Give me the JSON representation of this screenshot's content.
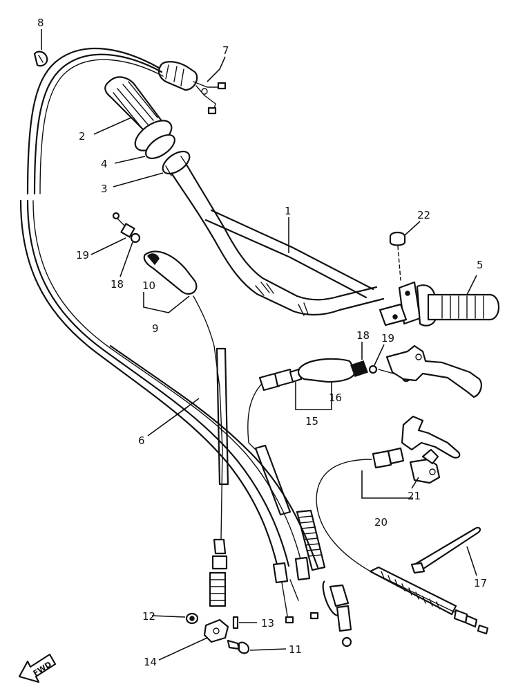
{
  "diagram": {
    "part_numbers": {
      "p1": "1",
      "p2": "2",
      "p3": "3",
      "p4": "4",
      "p5": "5",
      "p6": "6",
      "p7": "7",
      "p8": "8",
      "p9": "9",
      "p10": "10",
      "p11": "11",
      "p12": "12",
      "p13": "13",
      "p14": "14",
      "p15": "15",
      "p16": "16",
      "p17": "17",
      "p18a": "18",
      "p18b": "18",
      "p19a": "19",
      "p19b": "19",
      "p20": "20",
      "p21": "21",
      "p22": "22"
    },
    "direction_label": "FWD"
  }
}
